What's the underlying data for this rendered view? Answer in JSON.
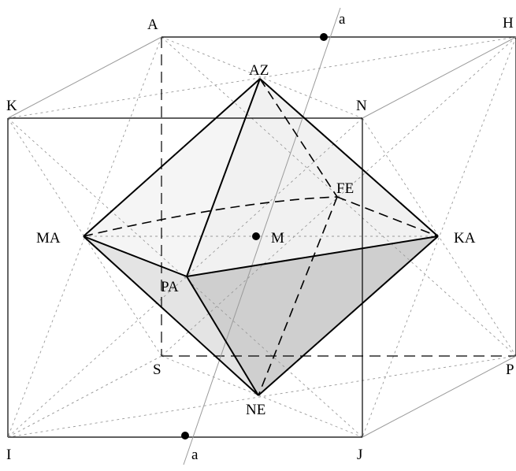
{
  "labels": {
    "A": "A",
    "H": "H",
    "K": "K",
    "N": "N",
    "I": "I",
    "J": "J",
    "S": "S",
    "P": "P",
    "AZ": "AZ",
    "FE": "FE",
    "MA": "MA",
    "M": "M",
    "KA": "KA",
    "PA": "PA",
    "NE": "NE",
    "axis_top": "a",
    "axis_bottom": "a"
  },
  "colors": {
    "stroke": "#000000",
    "faint": "#9a9a9a",
    "face_light": "#f4f4f4",
    "face_mid": "#e6e6e6",
    "face_dark": "#cfcfcf"
  }
}
